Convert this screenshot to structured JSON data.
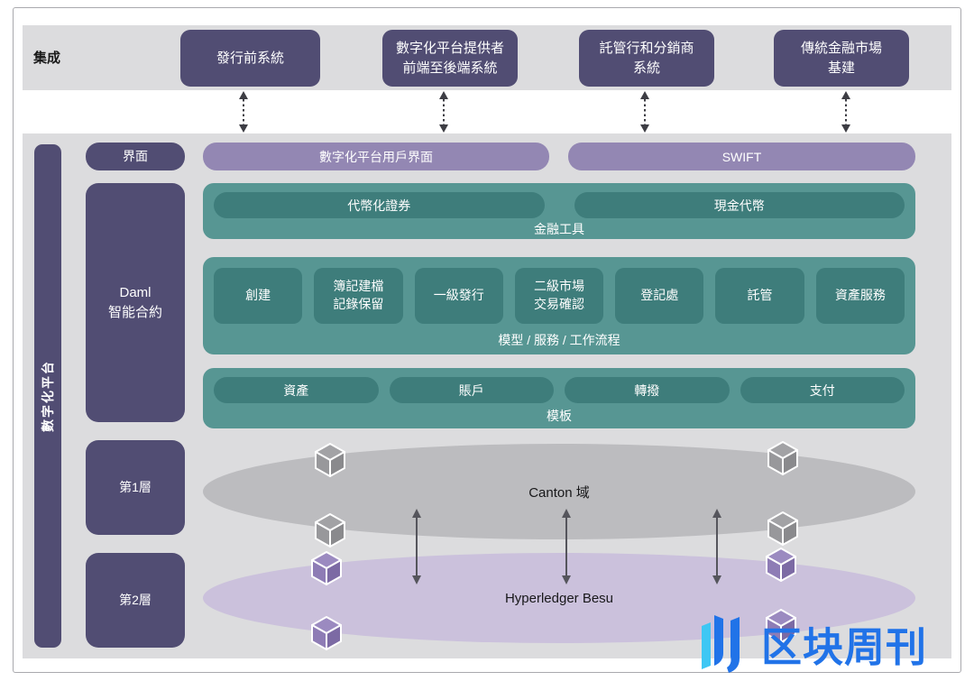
{
  "integration": {
    "label": "集成",
    "systems": [
      "發行前系統",
      "數字化平台提供者\n前端至後端系統",
      "託管行和分銷商\n系統",
      "傳統金融市場\n基建"
    ]
  },
  "platform": {
    "side_label": "數字化平台",
    "left_column": {
      "interface": "界面",
      "daml": "Daml\n智能合約",
      "layer1": "第1層",
      "layer2": "第2層"
    },
    "interfaces": {
      "ui_bar": "數字化平台用戶界面",
      "swift_bar": "SWIFT"
    },
    "financial_instruments": {
      "label": "金融工具",
      "items": [
        "代幣化證券",
        "現金代幣"
      ]
    },
    "models": {
      "label": "模型 / 服務 / 工作流程",
      "items": [
        "創建",
        "簿記建檔\n記錄保留",
        "一級發行",
        "二級市場\n交易確認",
        "登記處",
        "託管",
        "資產服務"
      ]
    },
    "templates": {
      "label": "模板",
      "items": [
        "資產",
        "賬戶",
        "轉撥",
        "支付"
      ]
    },
    "ledgers": {
      "layer1_domain": "Canton 域",
      "layer2_domain": "Hyperledger Besu"
    }
  },
  "watermark": {
    "text": "区块周刊"
  },
  "colors": {
    "dark_purple": "#514d73",
    "interface_purple": "#9387b3",
    "teal": "#579693",
    "teal_dark": "#3e7d7b",
    "panel_gray": "#dcdcde",
    "canton_gray": "#bcbcbf",
    "besu_purple": "#cbc1dc",
    "logo_blue": "#2173e8",
    "logo_cyan": "#3ec7f4"
  }
}
